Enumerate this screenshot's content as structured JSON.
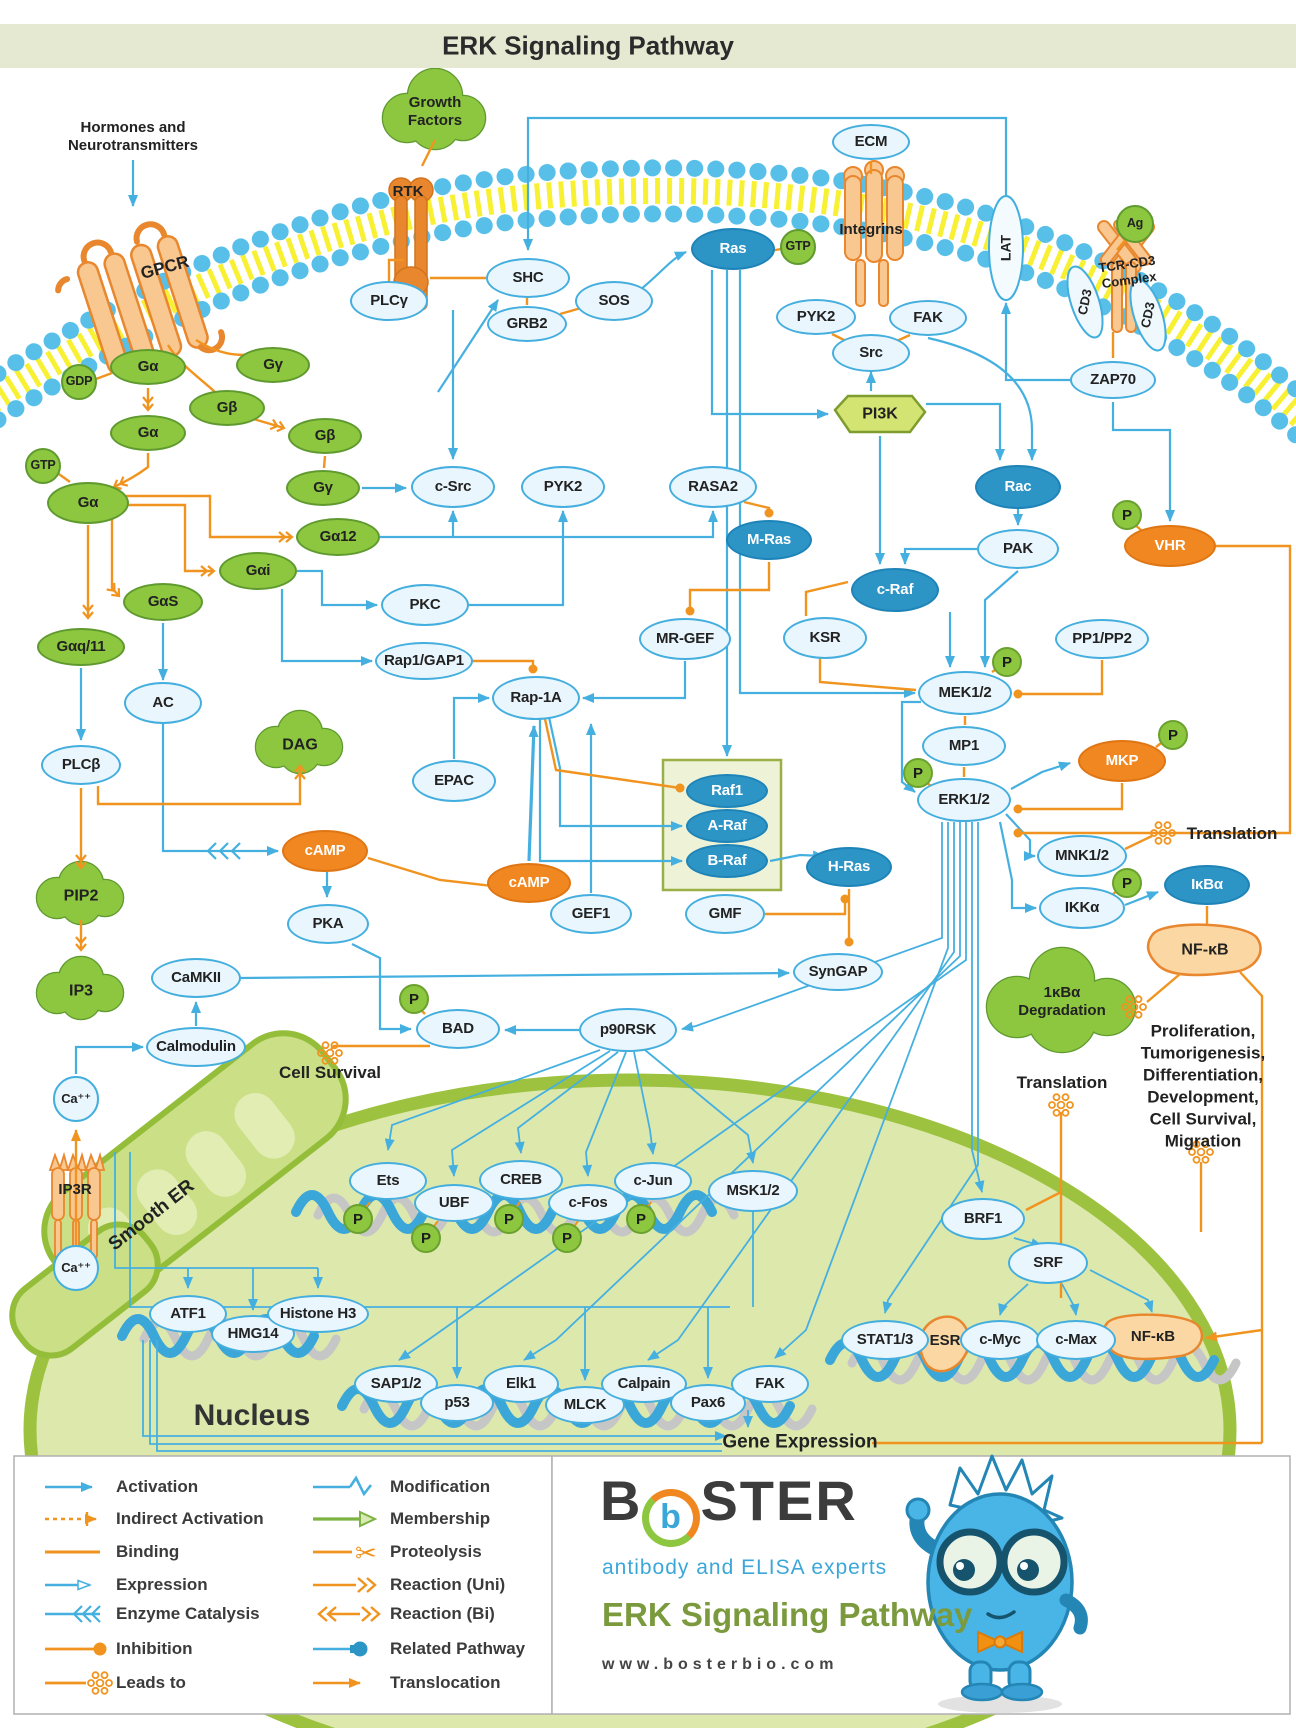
{
  "header": {
    "title": "ERK Signaling Pathway"
  },
  "branding": {
    "logo_prefix": "B",
    "logo_o": "b",
    "logo_suffix": "STER",
    "tagline": "antibody and ELISA experts",
    "product_title": "ERK Signaling Pathway",
    "url": "www.bosterbio.com"
  },
  "legend": {
    "left": [
      "Activation",
      "Indirect Activation",
      "Binding",
      "Expression",
      "Enzyme Catalysis",
      "Inhibition",
      "Leads to"
    ],
    "right": [
      "Modification",
      "Membership",
      "Proteolysis",
      "Reaction (Uni)",
      "Reaction (Bi)",
      "Related Pathway",
      "Translocation"
    ]
  },
  "p_label": "P",
  "nodes": {
    "hormones": "Hormones and\nNeurotransmitters",
    "gpcr": "GPCR",
    "rtk": "RTK",
    "growth_factors": "Growth\nFactors",
    "plcg": "PLCγ",
    "shc": "SHC",
    "grb2": "GRB2",
    "sos": "SOS",
    "ras": "Ras",
    "gtp_ras": "GTP",
    "ecm": "ECM",
    "integrins": "Integrins",
    "pyk2_top": "PYK2",
    "fak_top": "FAK",
    "src": "Src",
    "pi3k": "PI3K",
    "lat": "LAT",
    "ag": "Ag",
    "tcr": "TCR-CD3\nComplex",
    "cd3": "CD3",
    "zap70": "ZAP70",
    "gdp": "GDP",
    "gtp_ga": "GTP",
    "ga1": "Gα",
    "gg1": "Gγ",
    "gb1": "Gβ",
    "ga2": "Gα",
    "gb2": "Gβ",
    "gg2": "Gγ",
    "ga3": "Gα",
    "ga12": "Gα12",
    "gai": "Gαi",
    "gas": "GαS",
    "gaq11": "Gαq/11",
    "ac": "AC",
    "plcb": "PLCβ",
    "c_src": "c-Src",
    "pyk2_mid": "PYK2",
    "rasa2": "RASA2",
    "m_ras": "M-Ras",
    "pkc": "PKC",
    "rap1gap1": "Rap1/GAP1",
    "mr_gef": "MR-GEF",
    "rap1a": "Rap-1A",
    "epac": "EPAC",
    "dag": "DAG",
    "camp_l": "cAMP",
    "camp_c": "cAMP",
    "pka": "PKA",
    "gef1": "GEF1",
    "gmf": "GMF",
    "raf1": "Raf1",
    "a_raf": "A-Raf",
    "b_raf": "B-Raf",
    "h_ras": "H-Ras",
    "syngap": "SynGAP",
    "camkii": "CaMKII",
    "calmodulin": "Calmodulin",
    "ca1": "Ca⁺⁺",
    "ca2": "Ca⁺⁺",
    "ip3r": "IP3R",
    "smooth_er": "Smooth ER",
    "pip2": "PIP2",
    "ip3": "IP3",
    "rac": "Rac",
    "pak": "PAK",
    "c_raf": "c-Raf",
    "ksr": "KSR",
    "vhr": "VHR",
    "pp1pp2": "PP1/PP2",
    "mek12": "MEK1/2",
    "mp1": "MP1",
    "erk12": "ERK1/2",
    "mkp": "MKP",
    "mnk12": "MNK1/2",
    "ikka": "IKKα",
    "ikba": "IκBα",
    "nfkb_cyto": "NF-κB",
    "ikba_deg": "1κBα\nDegradation",
    "bad": "BAD",
    "p90rsk": "p90RSK",
    "msk12": "MSK1/2",
    "ets": "Ets",
    "ubf": "UBF",
    "creb": "CREB",
    "c_fos": "c-Fos",
    "c_jun": "c-Jun",
    "atf1": "ATF1",
    "hmg14": "HMG14",
    "histone_h3": "Histone H3",
    "sap12": "SAP1/2",
    "p53": "p53",
    "elk1": "Elk1",
    "mlck": "MLCK",
    "calpain": "Calpain",
    "pax6": "Pax6",
    "fak_nuc": "FAK",
    "stat13": "STAT1/3",
    "esr": "ESR",
    "c_myc": "c-Myc",
    "c_max": "c-Max",
    "nfkb_nuc": "NF-κB",
    "brf1": "BRF1",
    "srf": "SRF",
    "nucleus": "Nucleus",
    "gene_expression": "Gene Expression",
    "cell_survival": "Cell Survival",
    "translation_r": "Translation",
    "translation_c": "Translation",
    "outcomes": "Proliferation,\nTumorigenesis,\nDifferentiation,\nDevelopment,\nCell Survival,\nMigration"
  },
  "colors": {
    "activation_blue": "#45b0e0",
    "binding_orange": "#f0941f",
    "node_green": "#8dc63f",
    "node_dark_blue": "#2d94c6",
    "node_orange": "#f08721",
    "membrane_blue": "#58c0e8",
    "membrane_yellow": "#f8f032",
    "nucleus_fill": "#dde8ad",
    "nucleus_rim": "#9cc23f",
    "header_bg": "#e5e9d2"
  }
}
